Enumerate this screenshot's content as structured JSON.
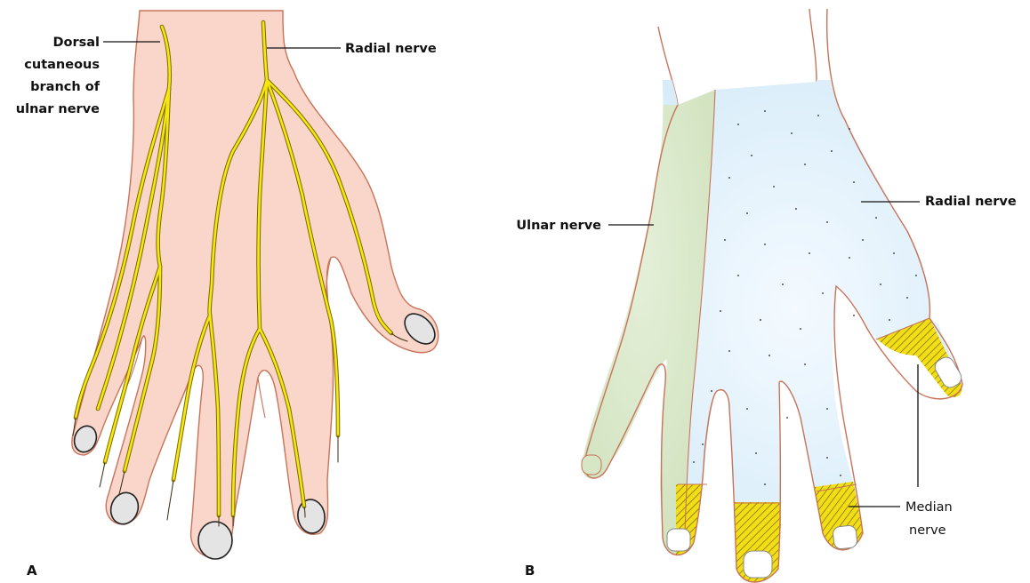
{
  "panel_a": {
    "letter": "A",
    "labels": {
      "dorsal_line1": "Dorsal",
      "dorsal_line2": "cutaneous",
      "dorsal_line3": "branch of",
      "dorsal_line4": "ulnar nerve",
      "radial": "Radial nerve"
    }
  },
  "panel_b": {
    "letter": "B",
    "labels": {
      "ulnar": "Ulnar nerve",
      "radial": "Radial nerve",
      "median_line1": "Median",
      "median_line2": "nerve"
    }
  },
  "colors": {
    "skin": "#f9d6c9",
    "outline": "#c7735a",
    "nerve": "#f5e70f",
    "nerve_edge": "#7a6a00",
    "ulnar_zone": "#d7e6c4",
    "radial_zone": "#dcefff",
    "median_zone": "#f2de16",
    "nail": "#e4e4e4"
  }
}
